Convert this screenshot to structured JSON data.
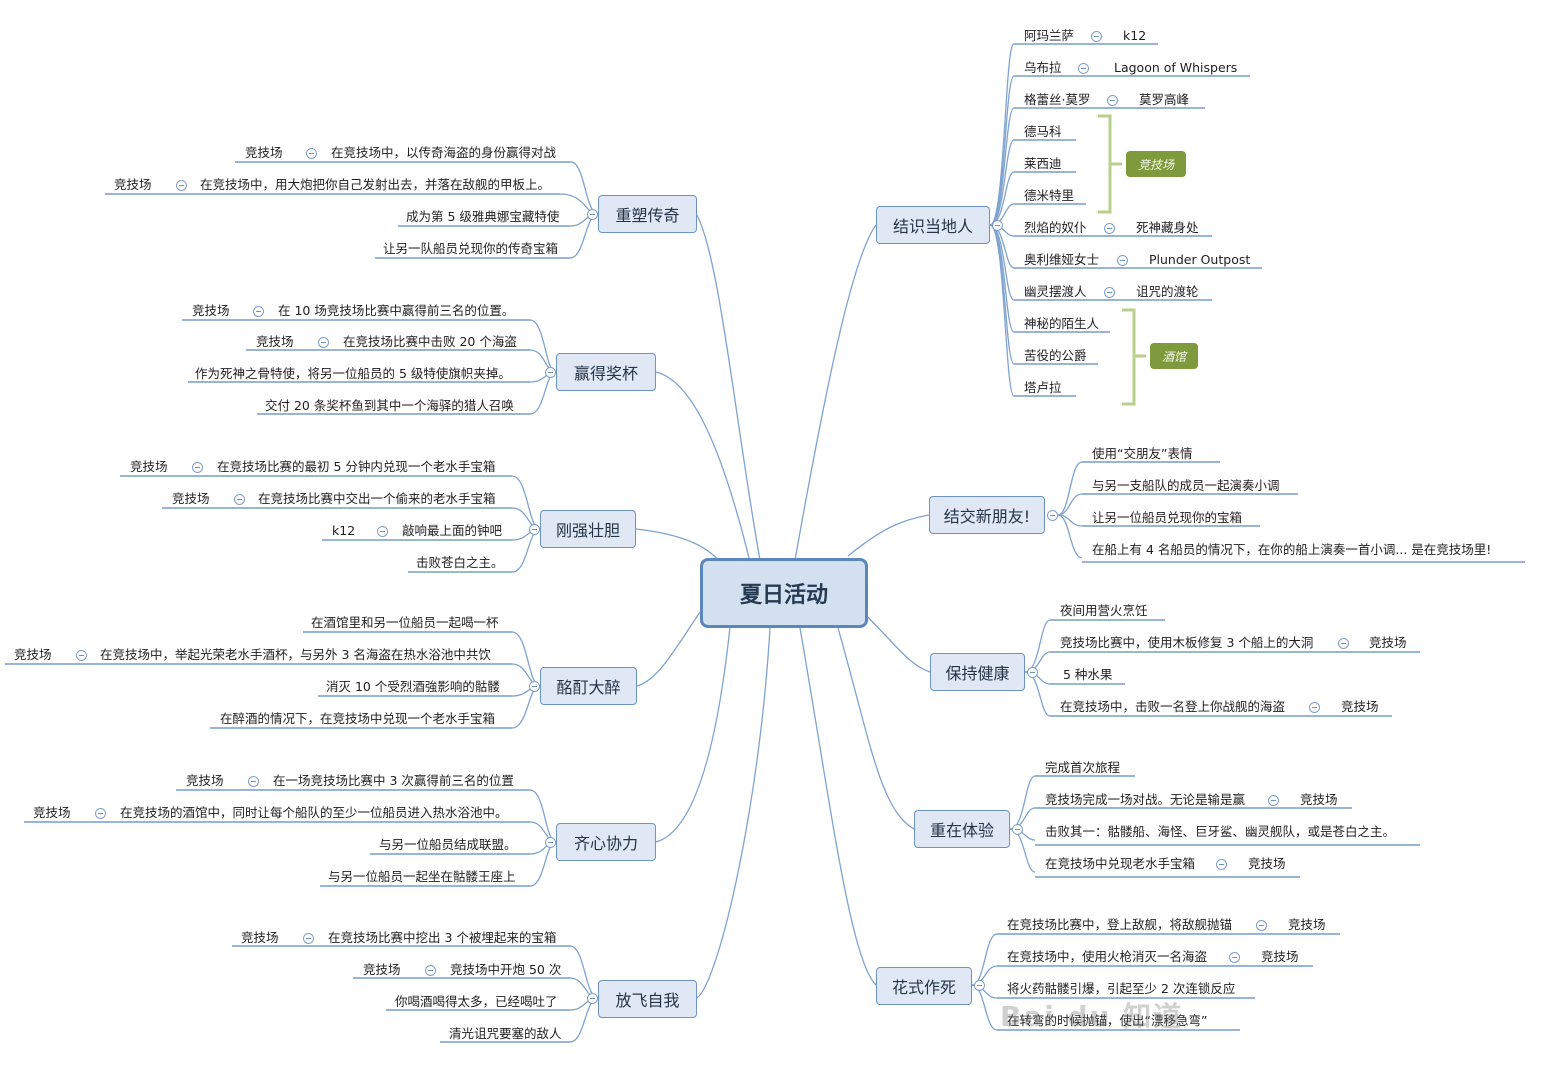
{
  "central": "夏日活动",
  "branches": {
    "b1": {
      "label": "重塑传奇"
    },
    "b2": {
      "label": "赢得奖杯"
    },
    "b3": {
      "label": "刚强壮胆"
    },
    "b4": {
      "label": "酩酊大醉"
    },
    "b5": {
      "label": "齐心协力"
    },
    "b6": {
      "label": "放飞自我"
    },
    "b7": {
      "label": "结识当地人"
    },
    "b8": {
      "label": "结交新朋友!"
    },
    "b9": {
      "label": "保持健康"
    },
    "b10": {
      "label": "重在体验"
    },
    "b11": {
      "label": "花式作死"
    }
  },
  "leaves": {
    "b1_1": "在竞技场中，以传奇海盗的身份赢得对战",
    "b1_2": "在竞技场中，用大炮把你自己发射出去，并落在敌舰的甲板上。",
    "b1_3": "成为第 5 级雅典娜宝藏特使",
    "b1_4": "让另一队船员兑现你的传奇宝箱",
    "b2_1": "在 10 场竞技场比赛中赢得前三名的位置。",
    "b2_2": "在竞技场比赛中击败 20 个海盗",
    "b2_3": "作为死神之骨特使，将另一位船员的 5 级特使旗帜夹掉。",
    "b2_4": "交付 20 条奖杯鱼到其中一个海驿的猎人召唤",
    "b3_1": "在竞技场比赛的最初 5 分钟内兑现一个老水手宝箱",
    "b3_2": "在竞技场比赛中交出一个偷来的老水手宝箱",
    "b3_3": "敲响最上面的钟吧",
    "b3_4": "击败苍白之主。",
    "b4_1": "在酒馆里和另一位船员一起喝一杯",
    "b4_2": "在竞技场中，举起光荣老水手酒杯，与另外 3 名海盗在热水浴池中共饮",
    "b4_3": "消灭 10 个受烈酒強影响的骷髅",
    "b4_4": "在醉酒的情况下，在竞技场中兑现一个老水手宝箱",
    "b5_1": "在一场竞技场比赛中 3 次赢得前三名的位置",
    "b5_2": "在竞技场的酒馆中，同时让每个船队的至少一位船员进入热水浴池中。",
    "b5_3": "与另一位船员结成联盟。",
    "b5_4": "与另一位船员一起坐在骷髅王座上",
    "b6_1": "在竞技场比赛中挖出 3 个被埋起来的宝箱",
    "b6_2": "竞技场中开炮 50 次",
    "b6_3": "你喝酒喝得太多，已经喝吐了",
    "b6_4": "清光诅咒要塞的敌人",
    "b7_1": "阿玛兰萨",
    "b7_2": "乌布拉",
    "b7_3": "格蕾丝·莫罗",
    "b7_4": "德马科",
    "b7_5": "莱西迪",
    "b7_6": "德米特里",
    "b7_7": "烈焰的奴仆",
    "b7_8": "奥利维娅女士",
    "b7_9": "幽灵摆渡人",
    "b7_10": "神秘的陌生人",
    "b7_11": "苦役的公爵",
    "b7_12": "塔卢拉",
    "b8_1": "使用“交朋友”表情",
    "b8_2": "与另一支船队的成员一起演奏小调",
    "b8_3": "让另一位船员兑现你的宝箱",
    "b8_4": "在船上有 4 名船员的情况下，在你的船上演奏一首小调... 是在竞技场里!",
    "b9_1": "夜间用营火烹饪",
    "b9_2": "竞技场比赛中，使用木板修复 3 个船上的大洞",
    "b9_3": "5 种水果",
    "b9_4": "在竞技场中，击败一名登上你战舰的海盗",
    "b10_1": "完成首次旅程",
    "b10_2": "竞技场完成一场对战。无论是输是赢",
    "b10_3": "击败其一：骷髅船、海怪、巨牙鲨、幽灵舰队，或是苍白之主。",
    "b10_4": "在竞技场中兑现老水手宝箱",
    "b11_1": "在竞技场比赛中，登上敌舰，将敌舰抛锚",
    "b11_2": "在竞技场中，使用火枪消灭一名海盗",
    "b11_3": "将火药骷髅引爆，引起至少 2 次连锁反应",
    "b11_4": "在转弯的时候抛锚，使出“漂移急弯”"
  },
  "tags": {
    "arena": "竞技场",
    "k12": "k12",
    "lagoon": "Lagoon of Whispers",
    "moro": "莫罗高峰",
    "reaper": "死神藏身处",
    "plunder": "Plunder Outpost",
    "ferry": "诅咒的渡轮"
  },
  "groups": {
    "arena_group": "竞技场",
    "tavern_group": "酒馆"
  },
  "watermark": "Bai du 知道"
}
